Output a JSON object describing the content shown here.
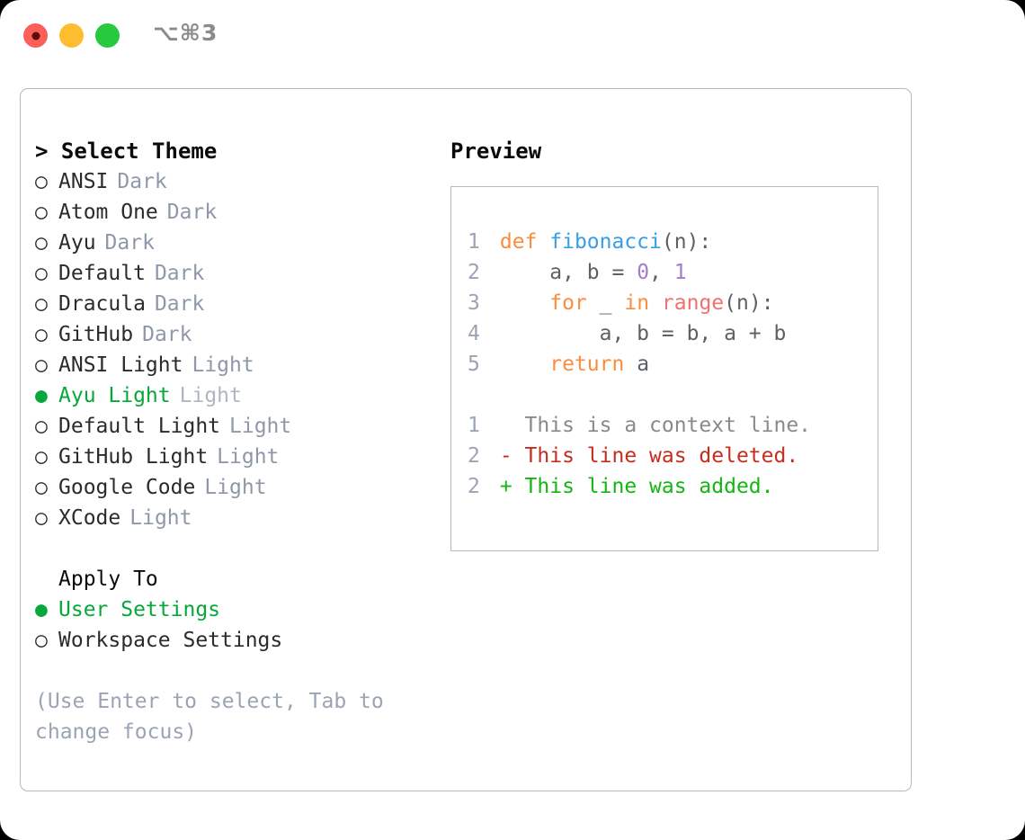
{
  "titlebar": {
    "shortcut": "⌥⌘3",
    "buttons": [
      "close",
      "minimize",
      "maximize"
    ]
  },
  "theme_list": {
    "header": "> Select Theme",
    "items": [
      {
        "marker": "○",
        "label": "ANSI",
        "tag": "Dark",
        "selected": false
      },
      {
        "marker": "○",
        "label": "Atom One",
        "tag": "Dark",
        "selected": false
      },
      {
        "marker": "○",
        "label": "Ayu",
        "tag": "Dark",
        "selected": false
      },
      {
        "marker": "○",
        "label": "Default",
        "tag": "Dark",
        "selected": false
      },
      {
        "marker": "○",
        "label": "Dracula",
        "tag": "Dark",
        "selected": false
      },
      {
        "marker": "○",
        "label": "GitHub",
        "tag": "Dark",
        "selected": false
      },
      {
        "marker": "○",
        "label": "ANSI Light",
        "tag": "Light",
        "selected": false
      },
      {
        "marker": "●",
        "label": "Ayu Light",
        "tag": "Light",
        "selected": true
      },
      {
        "marker": "○",
        "label": "Default Light",
        "tag": "Light",
        "selected": false
      },
      {
        "marker": "○",
        "label": "GitHub Light",
        "tag": "Light",
        "selected": false
      },
      {
        "marker": "○",
        "label": "Google Code",
        "tag": "Light",
        "selected": false
      },
      {
        "marker": "○",
        "label": "XCode",
        "tag": "Light",
        "selected": false
      }
    ]
  },
  "apply_to": {
    "header": "Apply To",
    "items": [
      {
        "marker": "●",
        "label": "User Settings",
        "selected": true
      },
      {
        "marker": "○",
        "label": "Workspace Settings",
        "selected": false
      }
    ]
  },
  "hint": "(Use Enter to select, Tab to change focus)",
  "preview": {
    "title": "Preview",
    "code_lines": [
      {
        "no": "1",
        "tokens": [
          {
            "t": "def ",
            "c": "tok-kw"
          },
          {
            "t": "fibonacci",
            "c": "tok-fn"
          },
          {
            "t": "(n):",
            "c": "tok-pln"
          }
        ]
      },
      {
        "no": "2",
        "tokens": [
          {
            "t": "    a, b = ",
            "c": "tok-pln"
          },
          {
            "t": "0",
            "c": "tok-num"
          },
          {
            "t": ", ",
            "c": "tok-pln"
          },
          {
            "t": "1",
            "c": "tok-num"
          }
        ]
      },
      {
        "no": "3",
        "tokens": [
          {
            "t": "    ",
            "c": "tok-pln"
          },
          {
            "t": "for",
            "c": "tok-kw"
          },
          {
            "t": " _ ",
            "c": "tok-pln"
          },
          {
            "t": "in",
            "c": "tok-kw"
          },
          {
            "t": " ",
            "c": "tok-pln"
          },
          {
            "t": "range",
            "c": "tok-bfn"
          },
          {
            "t": "(n):",
            "c": "tok-pln"
          }
        ]
      },
      {
        "no": "4",
        "tokens": [
          {
            "t": "        a, b = b, a + b",
            "c": "tok-pln"
          }
        ]
      },
      {
        "no": "5",
        "tokens": [
          {
            "t": "    ",
            "c": "tok-pln"
          },
          {
            "t": "return",
            "c": "tok-kw"
          },
          {
            "t": " a",
            "c": "tok-pln"
          }
        ]
      }
    ],
    "diff_lines": [
      {
        "no": "1",
        "text": "   This is a context line.",
        "kind": "diff-ctx"
      },
      {
        "no": "2",
        "text": " - This line was deleted.",
        "kind": "diff-del"
      },
      {
        "no": "2",
        "text": " + This line was added.",
        "kind": "diff-add"
      }
    ]
  },
  "colors": {
    "accent_green": "#06a83a",
    "border": "#b0b9c6",
    "muted": "#8e98a9",
    "keyword": "#fa8d3e",
    "function": "#3a9ee6",
    "number": "#a37acc",
    "builtin": "#f07171",
    "plain": "#5c6166",
    "diff_added": "#13b613",
    "diff_deleted": "#c62d1f",
    "diff_context": "#8a8a8a",
    "traffic_red": "#fc5e5a",
    "traffic_yellow": "#fdbd2e",
    "traffic_green": "#27c93f"
  }
}
